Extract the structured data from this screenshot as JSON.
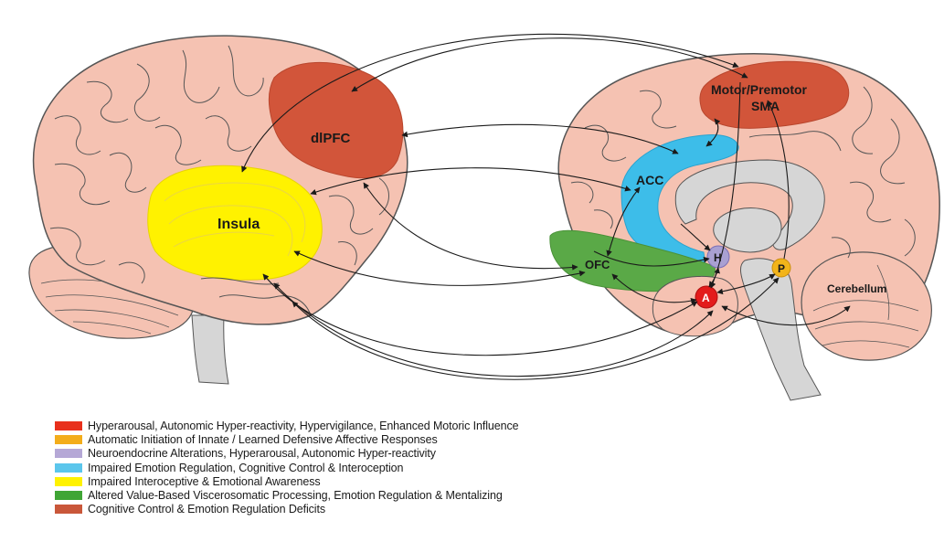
{
  "diagram": {
    "left_brain_labels": {
      "dlpfc": "dlPFC",
      "insula": "Insula"
    },
    "right_brain_labels": {
      "motor_line1": "Motor/Premotor",
      "motor_line2": "SMA",
      "acc": "ACC",
      "ofc": "OFC",
      "hypothalamus": "H",
      "pag": "P",
      "amygdala": "A",
      "cerebellum": "Cerebellum"
    },
    "colors": {
      "brain_tissue": "#f5c2b2",
      "dlpfc_region": "#d2553a",
      "motor_region": "#d2553a",
      "insula_region": "#fff200",
      "acc_region": "#3dbde9",
      "ofc_region": "#5aa947",
      "hypothalamus_region": "#a9a0d2",
      "pag_region": "#f2b41a",
      "amygdala_region": "#e31b1b",
      "brainstem": "#d6d6d6"
    }
  },
  "legend": [
    {
      "color": "#e8301c",
      "text": "Hyperarousal, Autonomic Hyper-reactivity, Hypervigilance, Enhanced Motoric Influence"
    },
    {
      "color": "#f3ad1b",
      "text": "Automatic Initiation of Innate / Learned Defensive Affective Responses"
    },
    {
      "color": "#b5a8d6",
      "text": "Neuroendocrine Alterations, Hyperarousal, Autonomic Hyper-reactivity"
    },
    {
      "color": "#5bc6ec",
      "text": "Impaired Emotion Regulation, Cognitive Control & Interoception"
    },
    {
      "color": "#fff200",
      "text": "Impaired Interoceptive & Emotional Awareness"
    },
    {
      "color": "#3fa535",
      "text": "Altered Value-Based Viscerosomatic Processing, Emotion Regulation & Mentalizing"
    },
    {
      "color": "#c9573a",
      "text": "Cognitive Control & Emotion Regulation Deficits"
    }
  ]
}
